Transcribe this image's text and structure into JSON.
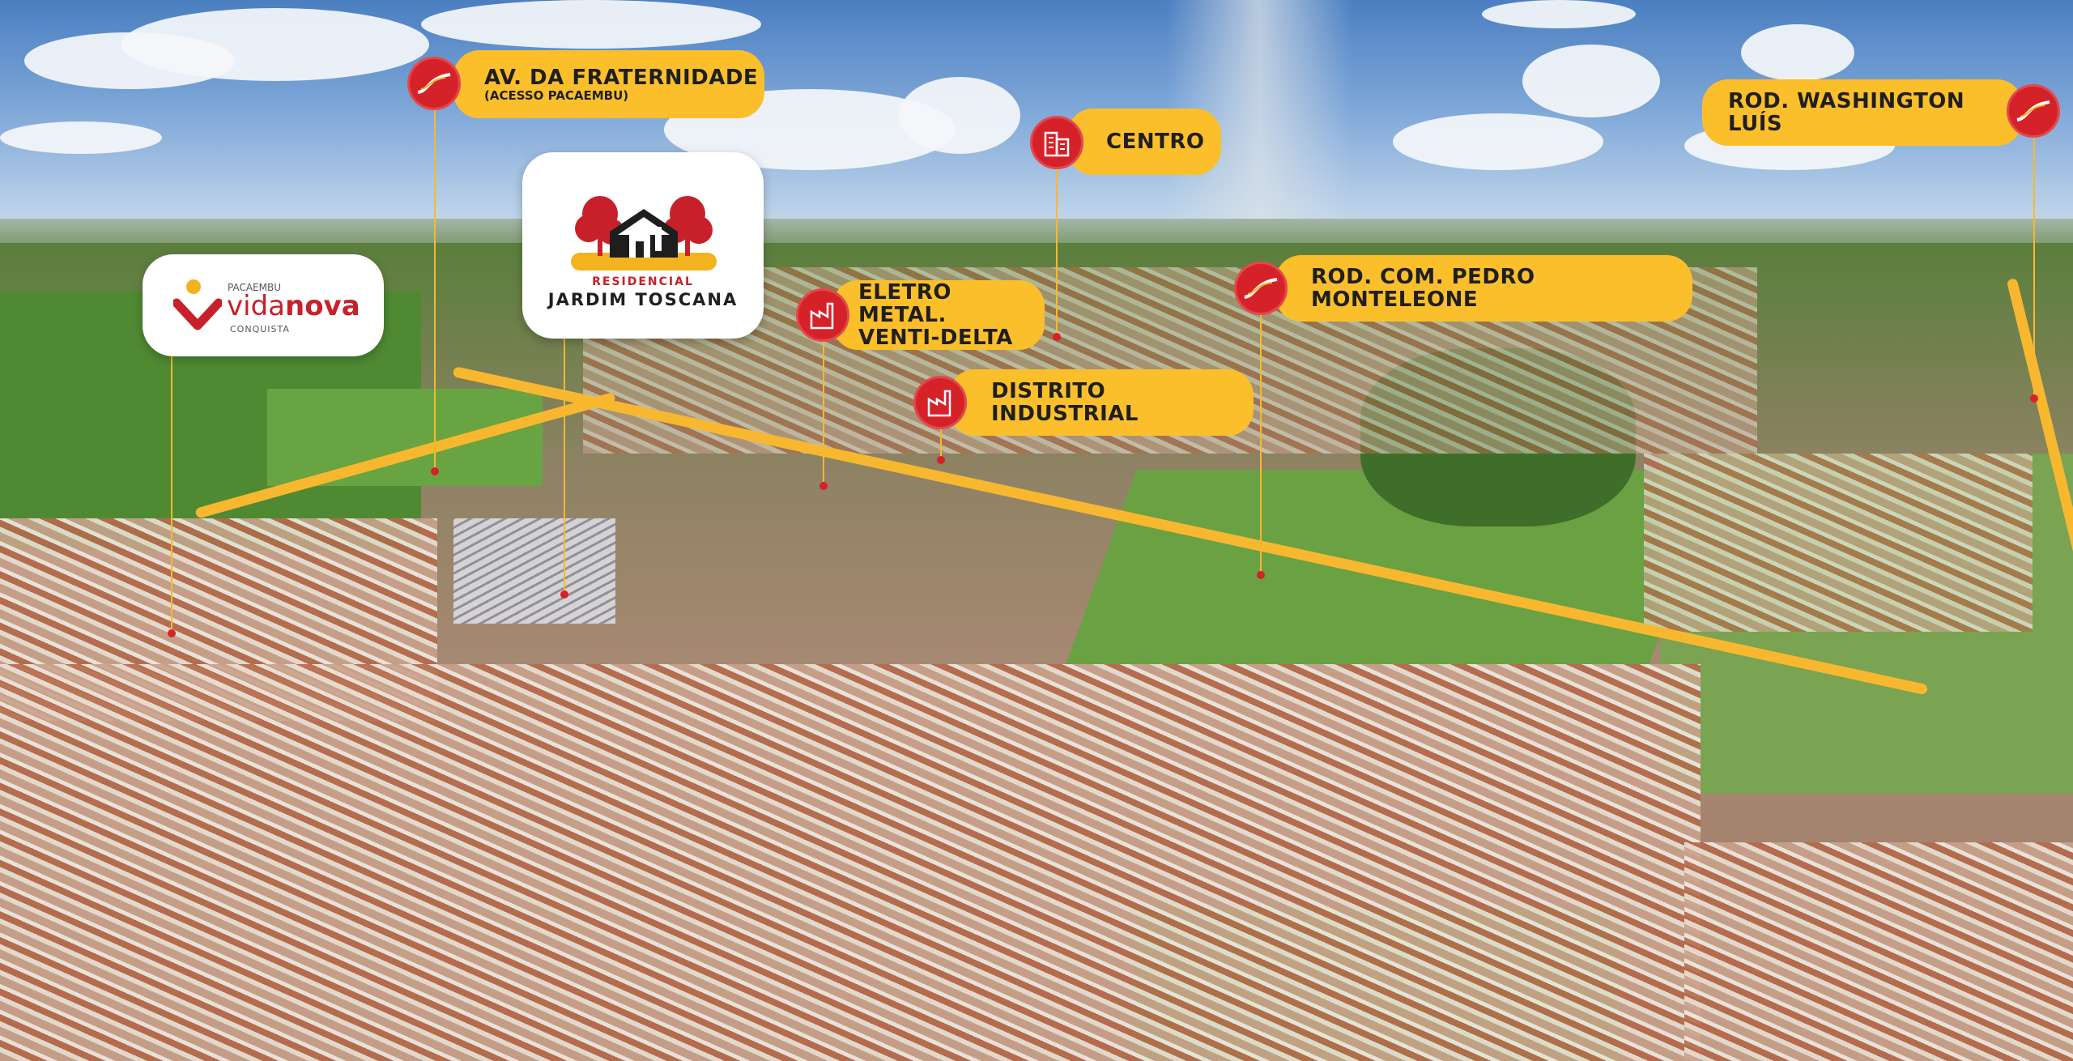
{
  "brand": {
    "vidanova": {
      "top": "PACAEMBU",
      "vida": "vida",
      "nova": "nova",
      "sub": "CONQUISTA"
    },
    "toscana": {
      "residencial": "RESIDENCIAL",
      "name": "JARDIM TOSCANA"
    }
  },
  "labels": {
    "fraternidade": {
      "line1": "AV. DA FRATERNIDADE",
      "line2": "(ACESSO PACAEMBU)",
      "icon": "road-icon"
    },
    "centro": {
      "line1": "CENTRO",
      "icon": "buildings-icon"
    },
    "washington": {
      "line1": "ROD. WASHINGTON LUÍS",
      "icon": "road-icon"
    },
    "eletro": {
      "line1": "ELETRO METAL.",
      "line2": "VENTI-DELTA",
      "icon": "factory-icon"
    },
    "monteleone": {
      "line1": "ROD. COM. PEDRO MONTELEONE",
      "icon": "road-icon"
    },
    "distrito": {
      "line1": "DISTRITO INDUSTRIAL",
      "icon": "factory-icon"
    }
  },
  "colors": {
    "accent": "#fbbf2c",
    "marker": "#d52228",
    "brand_red": "#c8202a"
  }
}
